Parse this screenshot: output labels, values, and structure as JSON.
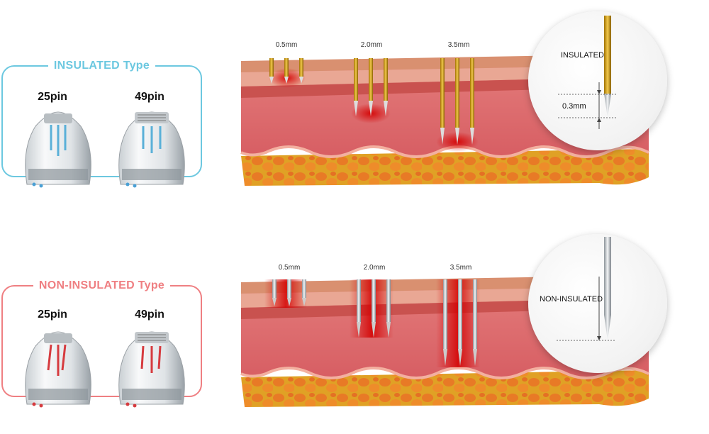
{
  "insulated": {
    "title": "INSULATED Type",
    "color": "#6cc8e0",
    "pins": [
      "25pin",
      "49pin"
    ],
    "depths": [
      "0.5mm",
      "2.0mm",
      "3.5mm"
    ],
    "zoom_label": "INSULATED",
    "zoom_measure": "0.3mm",
    "needle_color": "gold"
  },
  "non_insulated": {
    "title": "NON-INSULATED Type",
    "color": "#ef7f82",
    "pins": [
      "25pin",
      "49pin"
    ],
    "depths": [
      "0.5mm",
      "2.0mm",
      "3.5mm"
    ],
    "zoom_label": "NON-INSULATED",
    "needle_color": "silver"
  }
}
